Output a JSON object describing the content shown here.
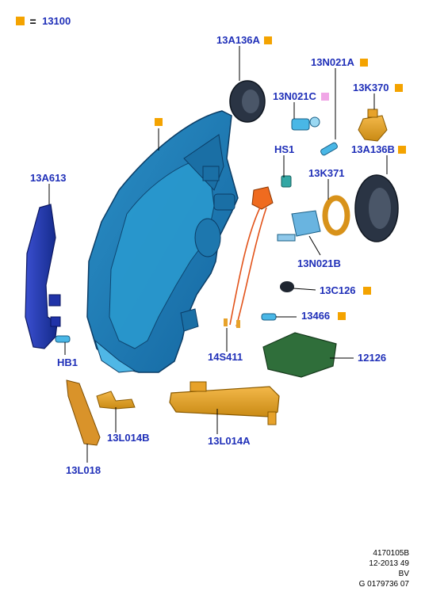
{
  "legend": {
    "code": "13100"
  },
  "labels": {
    "l13A136A": "13A136A",
    "l13N021A": "13N021A",
    "l13N021C": "13N021C",
    "l13K370": "13K370",
    "lHS1": "HS1",
    "l13A136B": "13A136B",
    "l13K371": "13K371",
    "l13A613": "13A613",
    "l13N021B": "13N021B",
    "l13C126": "13C126",
    "l13466": "13466",
    "l14S411": "14S411",
    "l12126": "12126",
    "lHB1": "HB1",
    "l13L014B": "13L014B",
    "l13L014A": "13L014A",
    "l13L018": "13L018"
  },
  "footer": {
    "line1": "4170105B",
    "line2": "12-2013 49",
    "line3": "BV",
    "line4": "G 0179736 07"
  },
  "colors": {
    "label_blue": "#1f2fb8",
    "marker_orange": "#f4a300",
    "marker_pink": "#f0a6e6",
    "headlamp_blue": "#1e7fb6",
    "side_blue": "#1a2fa0",
    "part_orange": "#e7a22a",
    "gasket_dark": "#2a3444",
    "pcb_green": "#2f6e3a"
  }
}
